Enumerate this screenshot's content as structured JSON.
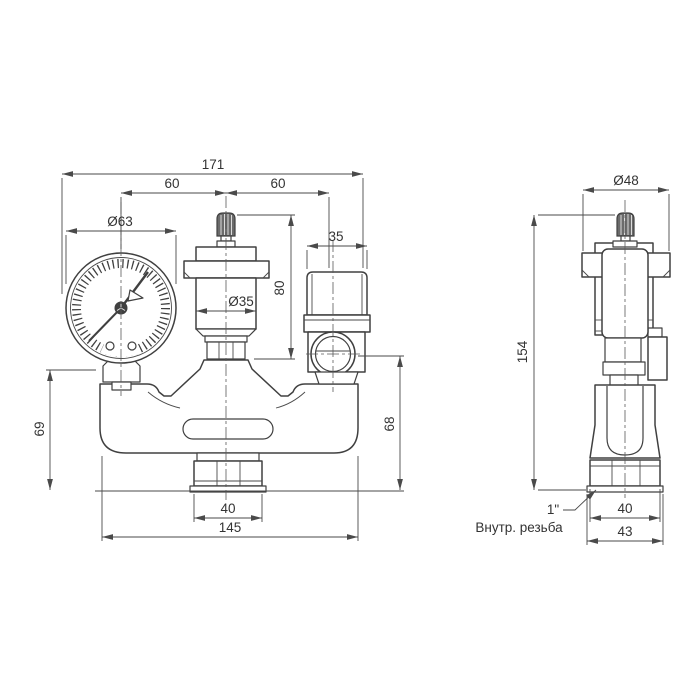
{
  "front_view": {
    "dim_total_width": "171",
    "dim_gauge_to_vent": "60",
    "dim_vent_to_valve": "60",
    "dim_gauge_diameter": "Ø63",
    "dim_valve_width": "35",
    "dim_vent_height": "80",
    "dim_vent_diameter": "Ø35",
    "dim_left_height": "69",
    "dim_right_height": "68",
    "dim_outlet_nut_width": "40",
    "dim_body_width": "145"
  },
  "side_view": {
    "dim_cap_diameter": "Ø48",
    "dim_total_height": "154",
    "thread_size": "1\"",
    "thread_note": "Внутр. резьба",
    "dim_nut_width": "40",
    "dim_base_width": "43"
  },
  "colors": {
    "line": "#404040",
    "dimension": "#4a4a4a",
    "background": "#ffffff"
  }
}
